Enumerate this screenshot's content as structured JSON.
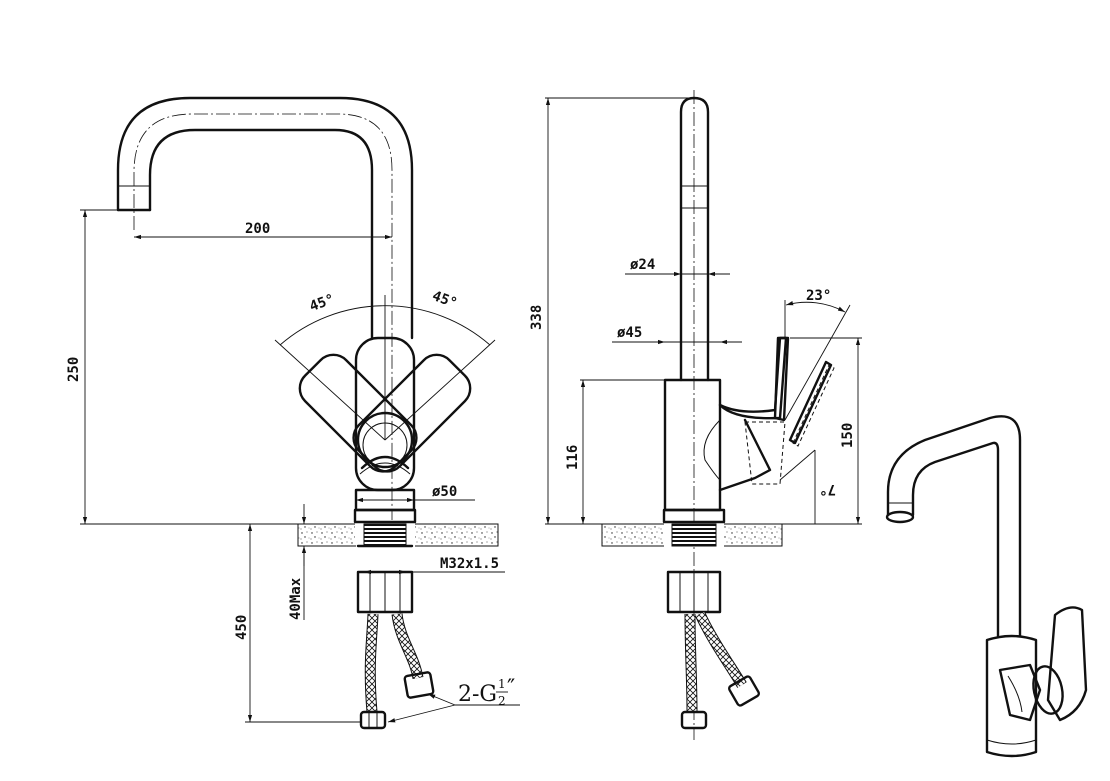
{
  "front_view": {
    "spout_reach": "200",
    "height_250": "250",
    "angle_left": "45°",
    "angle_right": "45°",
    "body_diameter": "ø50",
    "thread": "M32x1.5",
    "max_deck": "40Max",
    "hose_length": "450",
    "connector_prefix": "2-G",
    "connector_num": "1",
    "connector_den": "2",
    "connector_suffix": "″"
  },
  "side_view": {
    "total_height": "338",
    "tube_diameter": "ø24",
    "spout_base_diameter": "ø45",
    "body_height": "116",
    "handle_height": "150",
    "handle_angle": "23°",
    "tilt_angle": "7°"
  }
}
